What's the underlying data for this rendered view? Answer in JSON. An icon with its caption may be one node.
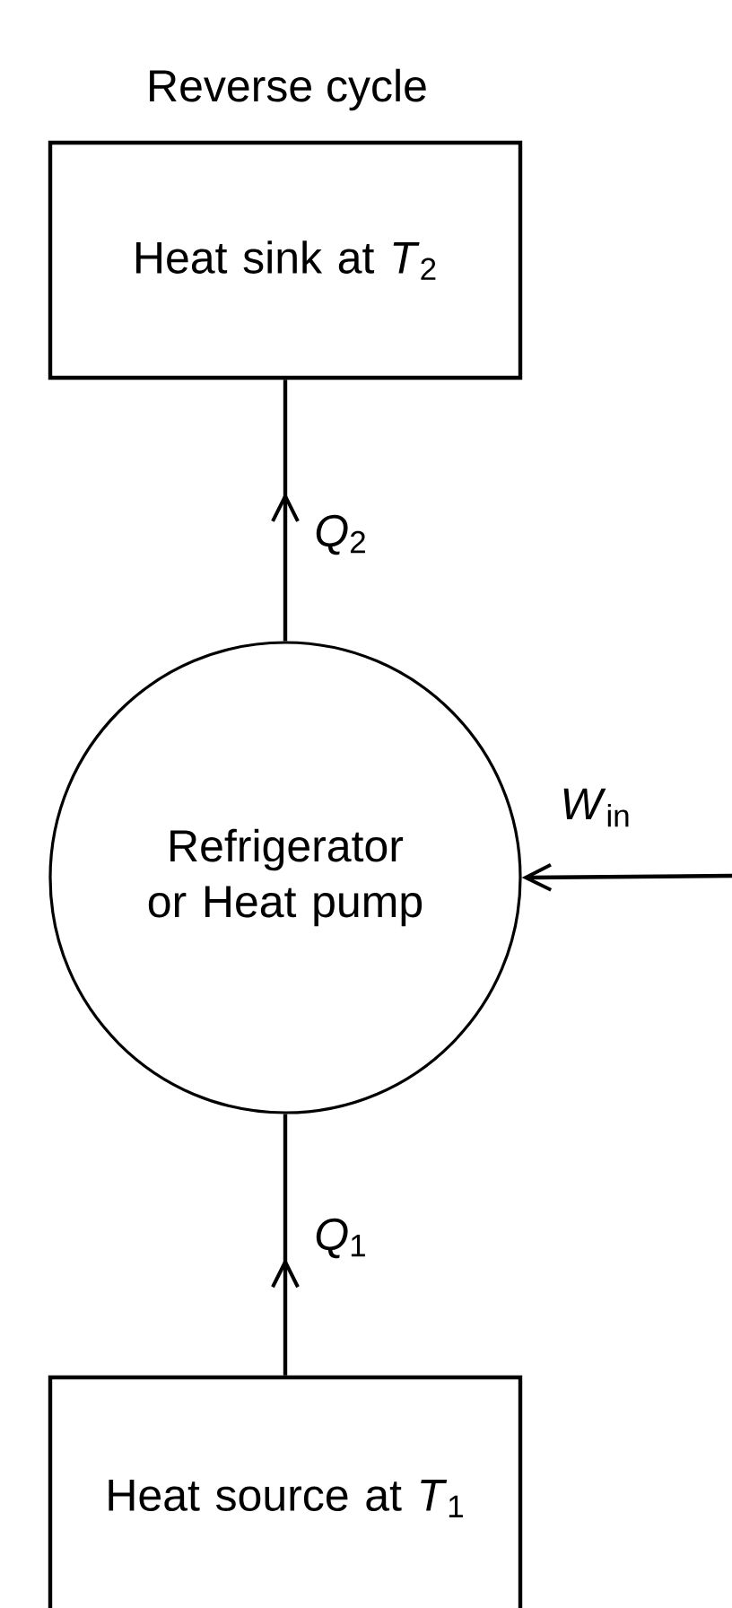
{
  "diagram": {
    "title": "Reverse cycle",
    "nodes": [
      {
        "text": [
          "Heat sink at *T*$_{2}$"
        ]
      },
      {
        "text": [
          "Refrigerator or Heat pump"
        ]
      },
      {
        "text": [
          "Heat source at *T*$_{1}$"
        ]
      }
    ],
    "edges": [
      {
        "from": 1,
        "to": 0,
        "arrow": "to",
        "label": "*Q*$_{2}$"
      },
      {
        "from": 2,
        "to": 1,
        "arrow": "to",
        "label": "*Q*$_{1}$"
      },
      {
        "from": null,
        "to": 1,
        "arrow": "to",
        "label": "*W*$_{in}$"
      }
    ]
  }
}
